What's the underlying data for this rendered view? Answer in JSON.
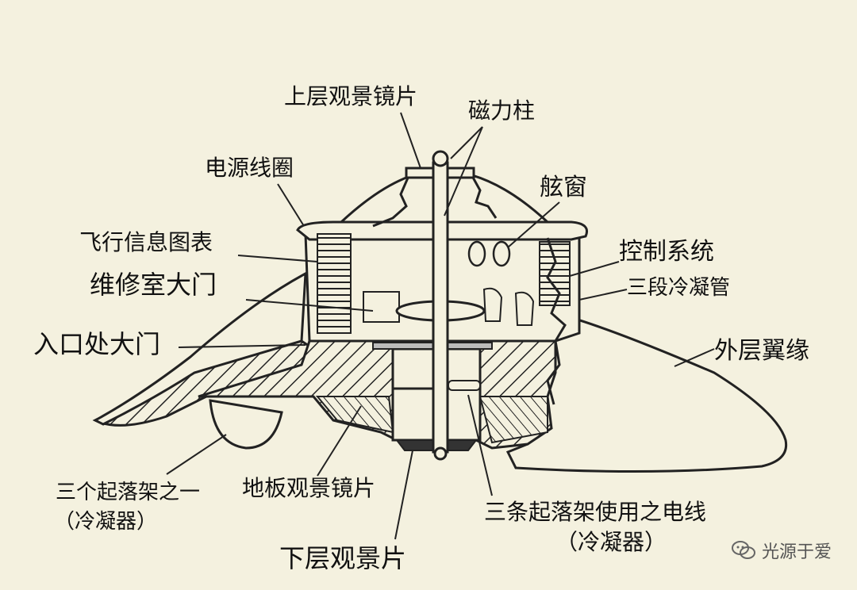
{
  "labels": {
    "upper_lens": "上层观景镜片",
    "magnetic_column": "磁力柱",
    "power_coil": "电源线圈",
    "porthole": "舷窗",
    "flight_chart": "飞行信息图表",
    "control_system": "控制系统",
    "maintenance_door": "维修室大门",
    "condenser_tubes": "三段冷凝管",
    "entrance_door": "入口处大门",
    "outer_rim": "外层翼缘",
    "landing_gear_line1": "三个起落架之一",
    "landing_gear_line2": "（冷凝器）",
    "floor_lens": "地板观景镜片",
    "gear_wires_line1": "三条起落架使用之电线",
    "gear_wires_line2": "（冷凝器）",
    "lower_lens": "下层观景片"
  },
  "watermark": {
    "text": "光源于爱",
    "icon": "wechat-icon"
  }
}
